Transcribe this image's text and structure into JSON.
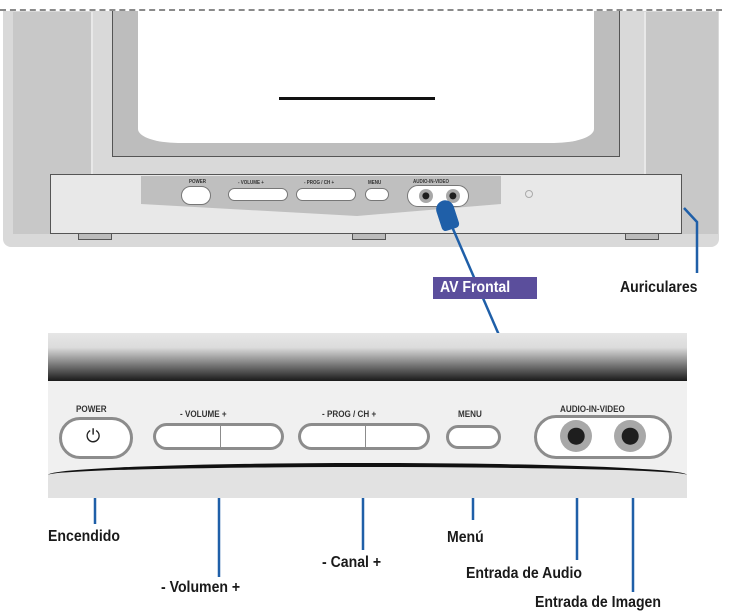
{
  "diagram": {
    "title": "TV front panel controls",
    "colors": {
      "leader_line": "#1f5fa8",
      "callout_bg": "#5b4e9c",
      "callout_text": "#ffffff",
      "panel_gray": "#e4e4e4",
      "bezel_gray": "#d8d8d8"
    },
    "tv_overview": {
      "panel_labels": {
        "power": "POWER",
        "volume": "- VOLUME +",
        "prog": "- PROG / CH +",
        "menu": "MENU",
        "av": "AUDIO-IN-VIDEO"
      }
    },
    "callouts": {
      "av_frontal": "AV Frontal",
      "auriculares": "Auriculares"
    },
    "detail_panel": {
      "power_label": "POWER",
      "power_symbol": "⏻",
      "volume_label": "-  VOLUME  +",
      "prog_label": "-  PROG / CH  +",
      "menu_label": "MENU",
      "av_label": "AUDIO-IN-VIDEO"
    },
    "legend": {
      "encendido": "Encendido",
      "volumen": "- Volumen +",
      "canal": "- Canal +",
      "menu": "Menú",
      "entrada_audio": "Entrada de Audio",
      "entrada_imagen": "Entrada de Imagen"
    }
  }
}
